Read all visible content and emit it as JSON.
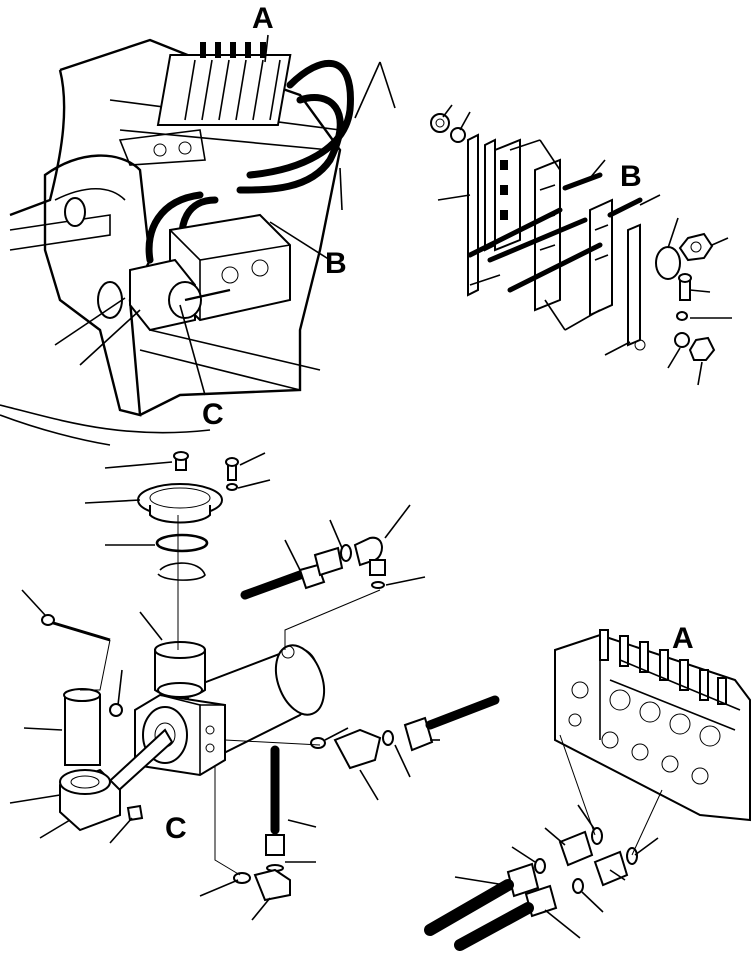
{
  "callouts": {
    "a_top": "A",
    "b_top": "B",
    "b_right": "B",
    "c_top": "C",
    "c_bottom": "C",
    "a_bottom": "A"
  }
}
